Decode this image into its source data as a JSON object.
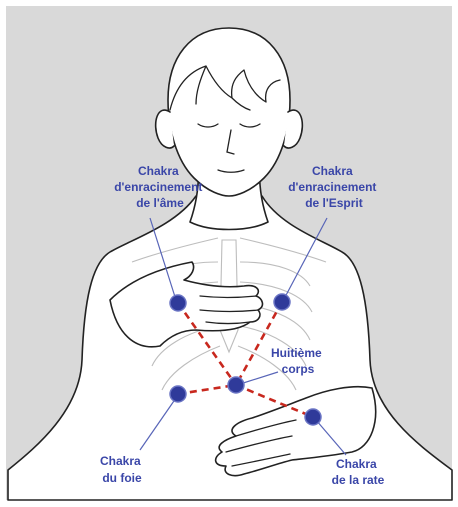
{
  "colors": {
    "background": "#d9d9d9",
    "label": "#3a46a8",
    "chakra_point": "#2f3a9a",
    "connection_line": "#c8281e"
  },
  "labels": {
    "soul_star": [
      "Chakra",
      "d'enracinement",
      "de l'âme"
    ],
    "earth_star": [
      "Chakra",
      "d'enracinement",
      "de l'Esprit"
    ],
    "eighth_body": [
      "Huitième",
      "corps"
    ],
    "liver": [
      "Chakra",
      "du foie"
    ],
    "spleen": [
      "Chakra",
      "de la rate"
    ]
  }
}
